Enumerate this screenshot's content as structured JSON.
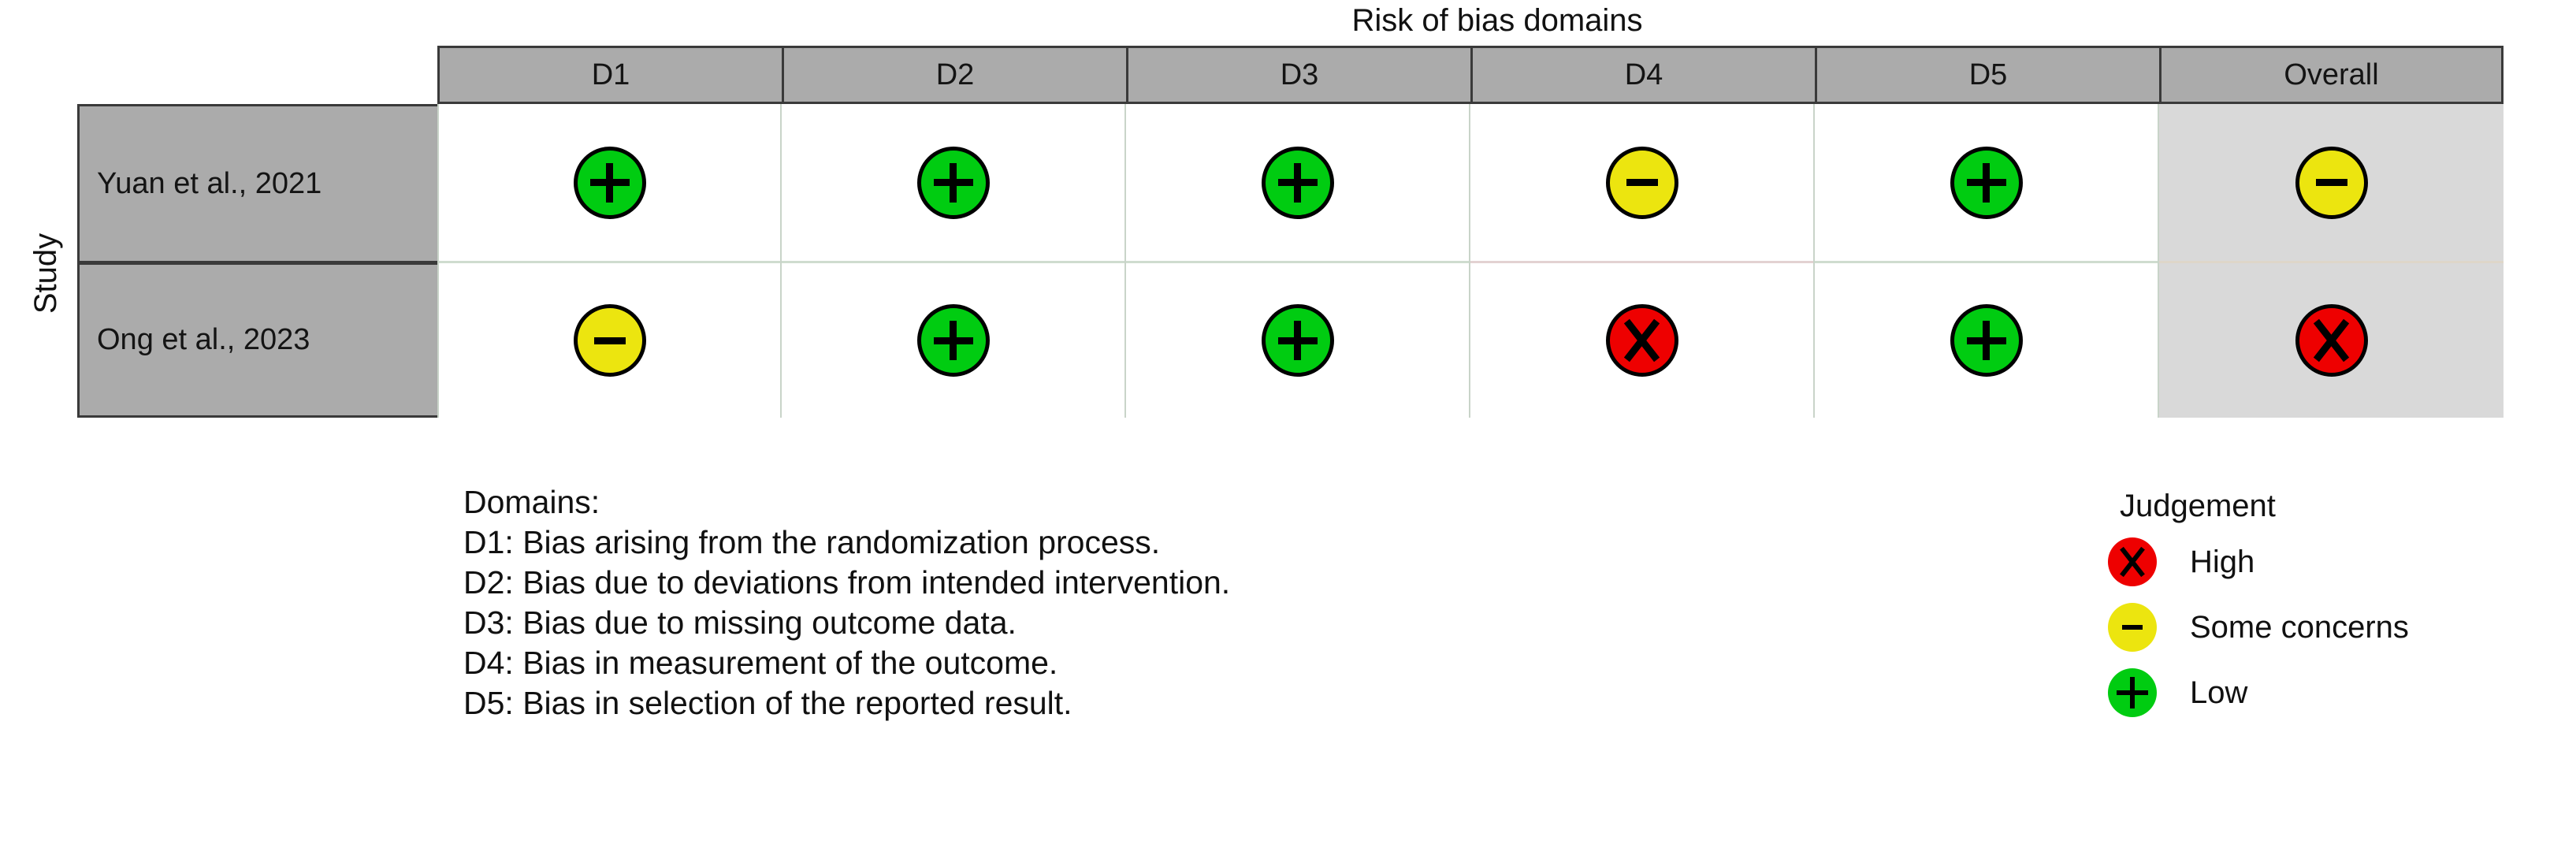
{
  "title": "Risk of bias domains",
  "axis": {
    "y_label": "Study"
  },
  "colors": {
    "low": "#00CC11",
    "some_concerns": "#ECE50F",
    "high": "#EE0000",
    "header_gray": "#ABABAB",
    "overall_column_gray": "#D9D9D9"
  },
  "chart_data": {
    "type": "table",
    "title": "Risk of bias domains",
    "xlabel": "",
    "ylabel": "Study",
    "columns": [
      "D1",
      "D2",
      "D3",
      "D4",
      "D5",
      "Overall"
    ],
    "rows": [
      "Yuan et al., 2021",
      "Ong et al., 2023"
    ],
    "judgement_levels": [
      "high",
      "some",
      "low"
    ],
    "symbols": {
      "high": "X",
      "some": "-",
      "low": "+"
    },
    "cells": [
      {
        "study": "Yuan et al., 2021",
        "values": [
          "low",
          "low",
          "low",
          "some",
          "low",
          "some"
        ]
      },
      {
        "study": "Ong et al., 2023",
        "values": [
          "some",
          "low",
          "low",
          "high",
          "low",
          "high"
        ]
      }
    ]
  },
  "domains": {
    "heading": "Domains:",
    "items": [
      "D1: Bias arising from the randomization process.",
      "D2: Bias due to deviations from intended intervention.",
      "D3: Bias due to missing outcome data.",
      "D4: Bias in measurement of the outcome.",
      "D5: Bias in selection of the reported result."
    ]
  },
  "legend": {
    "title": "Judgement",
    "items": [
      {
        "level": "high",
        "label": "High"
      },
      {
        "level": "some",
        "label": "Some concerns"
      },
      {
        "level": "low",
        "label": "Low"
      }
    ]
  }
}
